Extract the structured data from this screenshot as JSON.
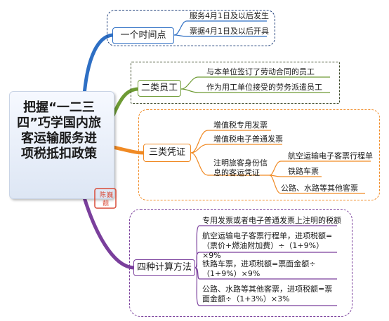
{
  "root": {
    "title": "把握“一二三四”巧学国内旅客运输服务进项税抵扣政策"
  },
  "seal": {
    "chars": "陈巍 靓"
  },
  "colors": {
    "blue": "#2e6fc4",
    "green": "#6e9b34",
    "orange": "#f08a24",
    "purple": "#7a3f9c",
    "navy": "#1f3f7a"
  },
  "branch1": {
    "label": "一个时间点",
    "items": [
      "服务4月1日及以后发生",
      "票据4月1日及以后开具"
    ]
  },
  "branch2": {
    "label": "二类员工",
    "items": [
      "与本单位签订了劳动合同的员工",
      "作为用工单位接受的劳务派遣员工"
    ]
  },
  "branch3": {
    "label": "三类凭证",
    "items": [
      "增值税专用发票",
      "增值税电子普通发票",
      "注明旅客身份信息的客运凭证"
    ],
    "sub_items": [
      "航空运输电子客票行程单",
      "铁路车票",
      "公路、水路等其他客票"
    ]
  },
  "branch4": {
    "label": "四种计算方法",
    "items": [
      "专用发票或者电子普通发票上注明的税额",
      "航空运输电子客票行程单，进项税额=（票价+燃油附加费）÷（1+9%）×9%",
      "铁路车票，进项税额=票面金额÷（1+9%）×9%",
      "公路、水路等其他客票，进项税额=票面金额÷（1+3%）×3%"
    ]
  }
}
